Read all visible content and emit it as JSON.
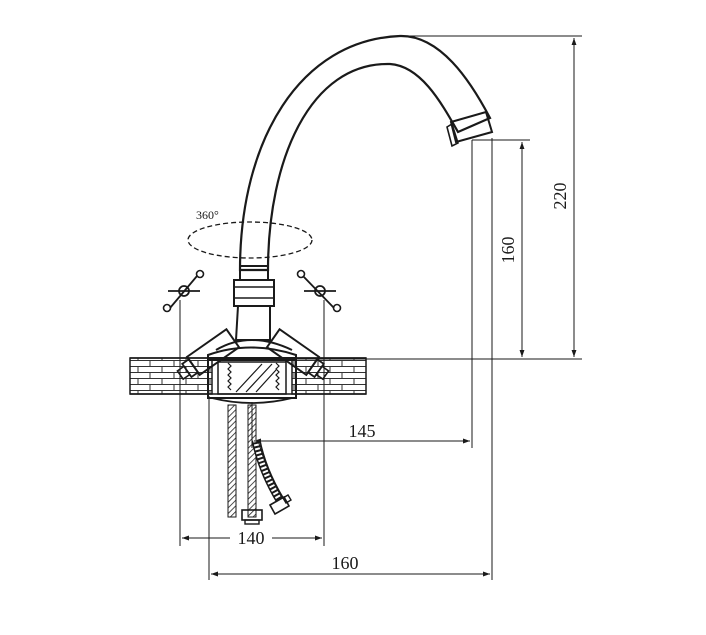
{
  "diagram": {
    "rotation_label": "360°",
    "dimensions": {
      "total_height": "220",
      "spout_height": "160",
      "spout_reach": "145",
      "handle_span": "140",
      "overall_width": "160"
    }
  }
}
